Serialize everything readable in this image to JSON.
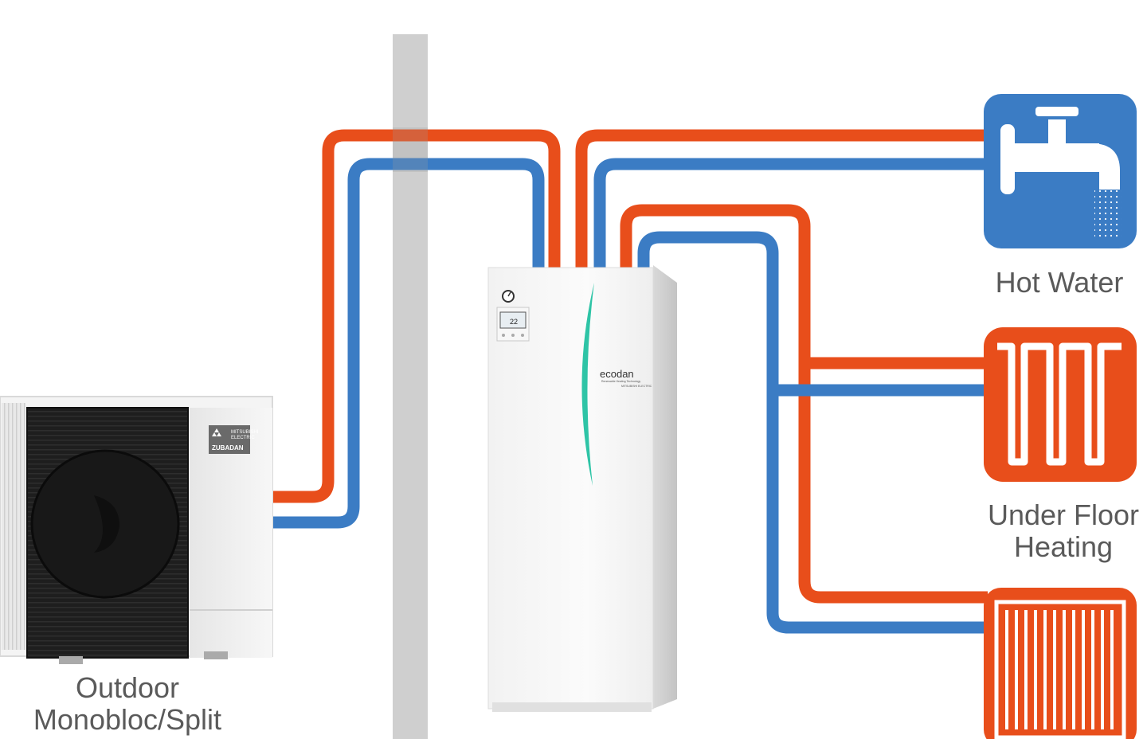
{
  "colors": {
    "hot_pipe": "#e84e1b",
    "cold_pipe": "#3b7cc4",
    "wall": "#cfcfcf",
    "hot_water_icon_bg": "#3b7cc4",
    "heating_icon_bg": "#e84e1b",
    "label_text": "#5a5a5a",
    "cylinder_accent": "#2ec4a6"
  },
  "icons": {
    "hot_water": "tap-icon",
    "under_floor": "underfloor-coil-icon",
    "radiator": "radiator-icon",
    "outdoor": "heat-pump-outdoor-unit",
    "indoor": "ecodan-cylinder-unit"
  },
  "outdoor_unit": {
    "brand_line1": "MITSUBISHI",
    "brand_line2": "ELECTRIC",
    "product_badge": "ZUBADAN",
    "label_line1": "Outdoor",
    "label_line2": "Monobloc/Split"
  },
  "indoor_unit": {
    "brand": "ecodan",
    "tagline": "Renewable Heating Technology",
    "maker": "MITSUBISHI ELECTRIC",
    "display_temp": "22"
  },
  "outputs": {
    "hot_water_label": "Hot Water",
    "ufh_label_line1": "Under Floor",
    "ufh_label_line2": "Heating"
  }
}
